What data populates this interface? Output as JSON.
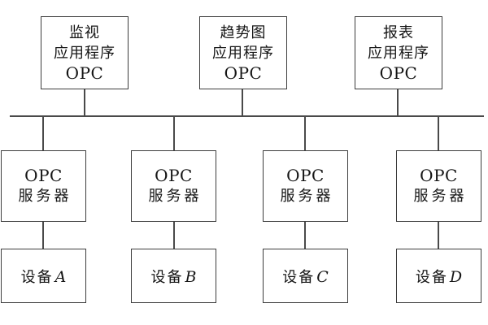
{
  "diagram": {
    "title_semantic": "OPC client-server architecture diagram",
    "colors": {
      "background": "#ffffff",
      "line": "#4a4a4a",
      "box_border": "#3d3d3d",
      "text": "#151515"
    },
    "app_boxes": [
      {
        "line1": "监视",
        "line2": "应用程序",
        "line3": "OPC"
      },
      {
        "line1": "趋势图",
        "line2": "应用程序",
        "line3": "OPC"
      },
      {
        "line1": "报表",
        "line2": "应用程序",
        "line3": "OPC"
      }
    ],
    "server_boxes": [
      {
        "line1": "OPC",
        "line2": "服务器"
      },
      {
        "line1": "OPC",
        "line2": "服务器"
      },
      {
        "line1": "OPC",
        "line2": "服务器"
      },
      {
        "line1": "OPC",
        "line2": "服务器"
      }
    ],
    "device_boxes": [
      {
        "prefix": "设备",
        "letter": "A"
      },
      {
        "prefix": "设备",
        "letter": "B"
      },
      {
        "prefix": "设备",
        "letter": "C"
      },
      {
        "prefix": "设备",
        "letter": "D"
      }
    ]
  }
}
